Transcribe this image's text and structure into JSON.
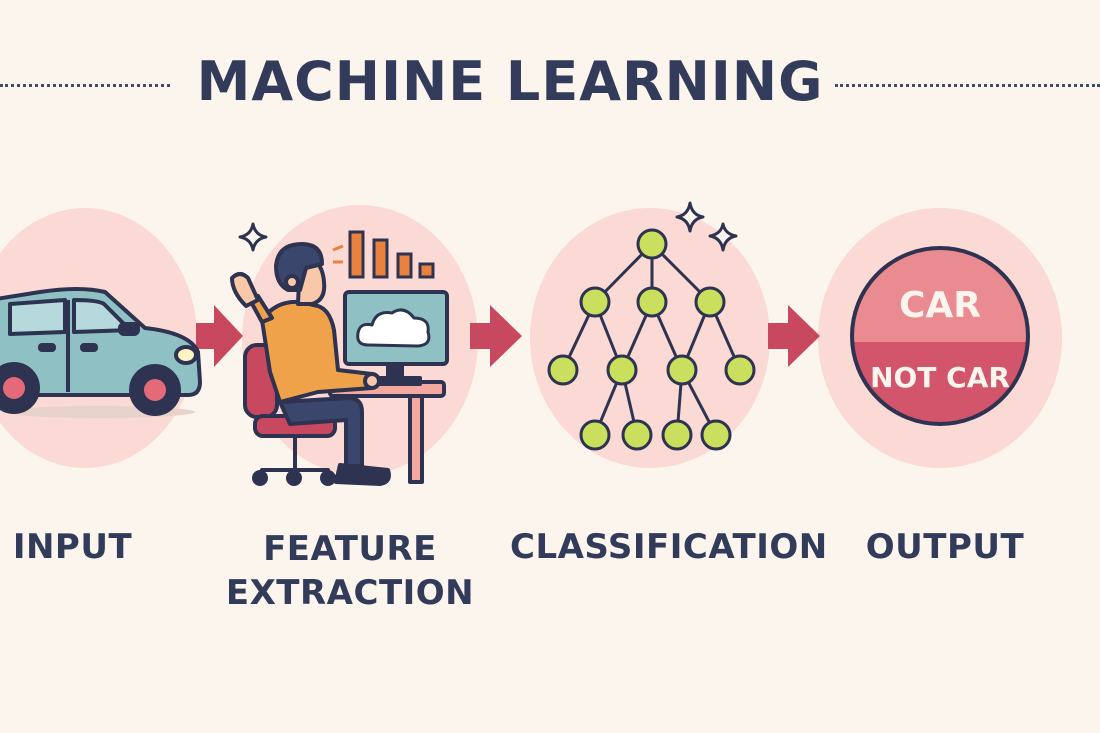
{
  "title": "MACHINE LEARNING",
  "stages": [
    {
      "id": "input",
      "label": "INPUT"
    },
    {
      "id": "feature",
      "label_line1": "FEATURE",
      "label_line2": "EXTRACTION"
    },
    {
      "id": "classification",
      "label": "CLASSIFICATION"
    },
    {
      "id": "output",
      "label": "OUTPUT"
    }
  ],
  "output_badge": {
    "top": "CAR",
    "bottom": "NOT CAR"
  },
  "colors": {
    "background": "#fcf5ee",
    "text": "#323b59",
    "stage_circle": "#fbd9d4",
    "arrow": "#c8485f",
    "node": "#c9df5d",
    "car_body": "#8fc1c4",
    "badge_top": "#ea8a91",
    "badge_bottom": "#d2556c"
  },
  "icons": [
    "car-icon",
    "person-at-computer-icon",
    "cloud-icon",
    "bar-chart-icon",
    "sparkle-icon",
    "decision-tree-icon"
  ]
}
